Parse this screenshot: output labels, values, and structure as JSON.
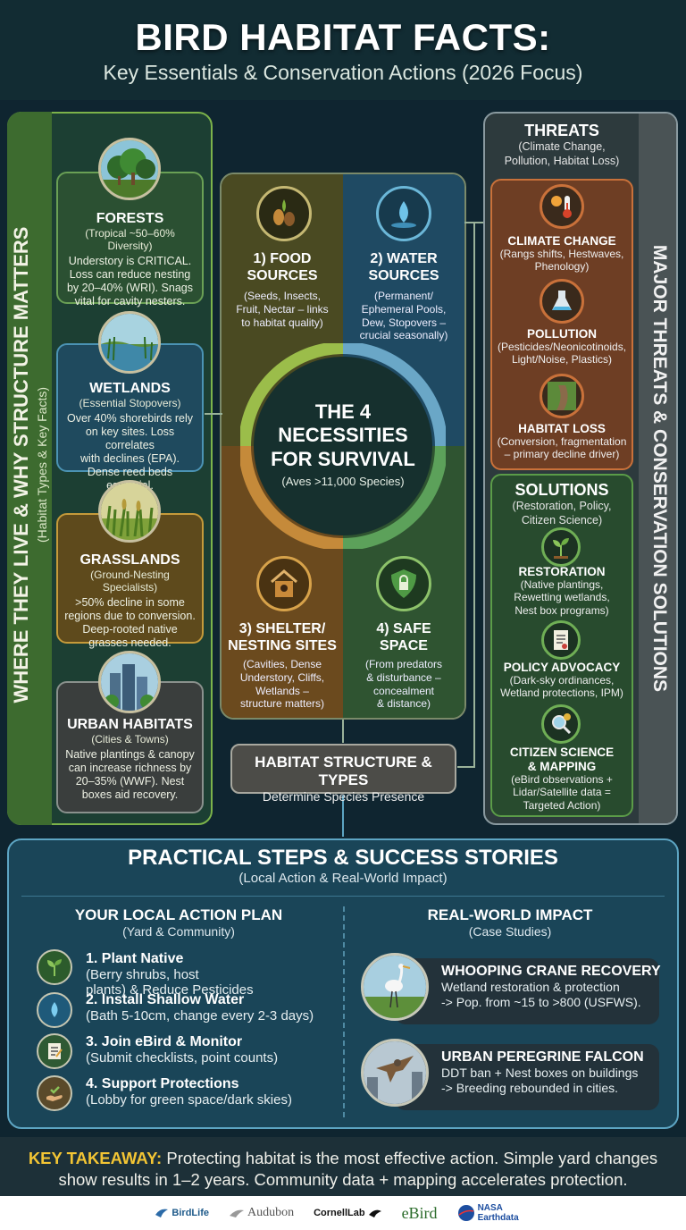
{
  "header": {
    "title": "BIRD HABITAT FACTS:",
    "subtitle": "Key Essentials & Conservation Actions (2026 Focus)"
  },
  "left": {
    "side_title": "WHERE THEY LIVE & WHY STRUCTURE MATTERS",
    "side_subtitle": "(Habitat Types & Key Facts)",
    "habitats": [
      {
        "title": "FORESTS",
        "subtitle": "(Tropical ~50–60% Diversity)",
        "body": [
          "Understory is CRITICAL.",
          "Loss can reduce nesting",
          "by 20–40% (WRI). Snags",
          "vital for cavity nesters."
        ]
      },
      {
        "title": "WETLANDS",
        "subtitle": "(Essential Stopovers)",
        "body": [
          "Over 40% shorebirds rely",
          "on key sites. Loss correlates",
          "with declines (EPA).",
          "Dense reed beds essential."
        ]
      },
      {
        "title": "GRASSLANDS",
        "subtitle": "(Ground-Nesting Specialists)",
        "body": [
          ">50% decline in some",
          "regions due to conversion.",
          "Deep-rooted native",
          "grasses needed."
        ]
      },
      {
        "title": "URBAN HABITATS",
        "subtitle": "(Cities & Towns)",
        "body": [
          "Native plantings & canopy",
          "can increase richness by",
          "20–35% (WWF). Nest",
          "boxes aid recovery."
        ]
      }
    ]
  },
  "center": {
    "quadrants": [
      {
        "title": [
          "1) FOOD",
          "SOURCES"
        ],
        "body": [
          "(Seeds, Insects,",
          "Fruit, Nectar – links",
          "to habitat quality)"
        ]
      },
      {
        "title": [
          "2) WATER",
          "SOURCES"
        ],
        "body": [
          "(Permanent/",
          "Ephemeral Pools,",
          "Dew, Stopovers –",
          "crucial seasonally)"
        ]
      },
      {
        "title": [
          "3) SHELTER/",
          "NESTING SITES"
        ],
        "body": [
          "(Cavities, Dense",
          "Understory, Cliffs,",
          "Wetlands –",
          "structure matters)"
        ]
      },
      {
        "title": [
          "4) SAFE",
          "SPACE"
        ],
        "body": [
          "(From predators",
          "& disturbance –",
          "concealment",
          "& distance)"
        ]
      }
    ],
    "circle_title": [
      "THE 4",
      "NECESSITIES",
      "FOR SURVIVAL"
    ],
    "circle_sub": "(Aves >11,000 Species)",
    "structure_title": "HABITAT STRUCTURE & TYPES",
    "structure_sub": "Determine Species Presence"
  },
  "right": {
    "side_title": "MAJOR THREATS & CONSERVATION SOLUTIONS",
    "threats_title": "THREATS",
    "threats_sub": [
      "(Climate Change,",
      "Pollution, Habitat Loss)"
    ],
    "threats": [
      {
        "title": "CLIMATE CHANGE",
        "body": [
          "(Rangs shifts, Hestwaves,",
          "Phenology)"
        ]
      },
      {
        "title": "POLLUTION",
        "body": [
          "(Pesticides/Neonicotinoids,",
          "Light/Noise, Plastics)"
        ]
      },
      {
        "title": "HABITAT LOSS",
        "body": [
          "(Conversion, fragmentation",
          "– primary decline driver)"
        ]
      }
    ],
    "solutions_title": "SOLUTIONS",
    "solutions_sub": [
      "(Restoration, Policy,",
      "Citizen Science)"
    ],
    "solutions": [
      {
        "title": "RESTORATION",
        "body": [
          "(Native plantings,",
          "Rewetting wetlands,",
          "Nest box programs)"
        ]
      },
      {
        "title": "POLICY ADVOCACY",
        "body": [
          "(Dark-sky ordinances,",
          "Wetland protections, IPM)"
        ]
      },
      {
        "title": "CITIZEN SCIENCE\n& MAPPING",
        "body": [
          "(eBird observations +",
          "Lidar/Satellite data =",
          "Targeted Action)"
        ]
      }
    ]
  },
  "practical": {
    "title": "PRACTICAL STEPS & SUCCESS STORIES",
    "subtitle": "(Local Action & Real-World Impact)",
    "plan_title": "YOUR LOCAL ACTION PLAN",
    "plan_sub": "(Yard & Community)",
    "steps": [
      {
        "title": "1. Plant Native",
        "body": [
          "(Berry shrubs, host",
          "plants) & Reduce Pesticides"
        ]
      },
      {
        "title": "2. Install Shallow Water",
        "body": [
          "(Bath 5-10cm, change every 2-3 days)"
        ]
      },
      {
        "title": "3. Join eBird & Monitor",
        "body": [
          "(Submit checklists, point counts)"
        ]
      },
      {
        "title": "4. Support Protections",
        "body": [
          "(Lobby for green space/dark skies)"
        ]
      }
    ],
    "impact_title": "REAL-WORLD IMPACT",
    "impact_sub": "(Case Studies)",
    "cases": [
      {
        "title": "WHOOPING CRANE RECOVERY",
        "body": [
          "Wetland restoration & protection",
          "-> Pop. from ~15 to >800 (USFWS)."
        ]
      },
      {
        "title": "URBAN PEREGRINE FALCON",
        "body": [
          "DDT ban + Nest boxes on buildings",
          "-> Breeding rebounded in cities."
        ]
      }
    ]
  },
  "takeaway": {
    "label": "KEY TAKEAWAY:",
    "text": "Protecting habitat is the most effective action. Simple yard changes",
    "text2": "show results in 1–2 years. Community data + mapping accelerates protection."
  },
  "footer": {
    "logos": [
      "BirdLife",
      "Audubon",
      "CornellLab",
      "eBird",
      "NASA Earthdata"
    ]
  },
  "colors": {
    "food": "#4a4a22",
    "water": "#1f4a63",
    "shelter": "#6b4a1e",
    "safe": "#2f5431",
    "takeaway_label": "#f3c534"
  }
}
